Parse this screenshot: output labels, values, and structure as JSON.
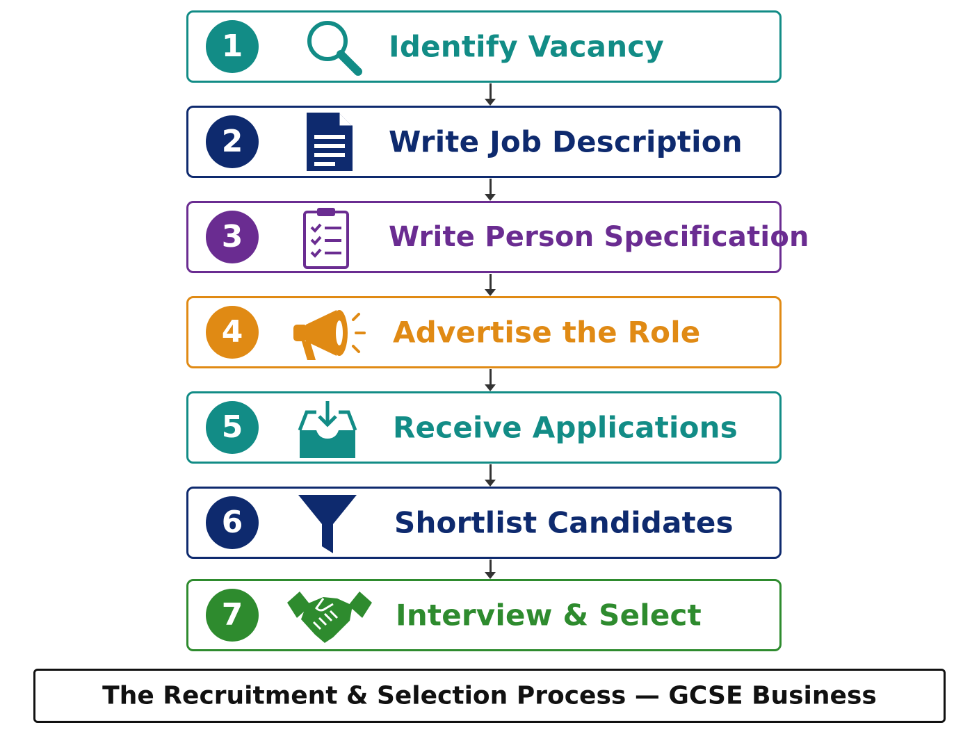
{
  "steps": [
    {
      "number": "1",
      "label": "Identify Vacancy",
      "icon": "magnifying-glass-icon",
      "color": "#128C86"
    },
    {
      "number": "2",
      "label": "Write Job Description",
      "icon": "document-icon",
      "color": "#0E2A6E"
    },
    {
      "number": "3",
      "label": "Write Person Specification",
      "icon": "clipboard-checklist-icon",
      "color": "#6A2C91"
    },
    {
      "number": "4",
      "label": "Advertise the Role",
      "icon": "megaphone-icon",
      "color": "#E08A14"
    },
    {
      "number": "5",
      "label": "Receive Applications",
      "icon": "inbox-tray-icon",
      "color": "#128C86"
    },
    {
      "number": "6",
      "label": "Shortlist Candidates",
      "icon": "funnel-icon",
      "color": "#0E2A6E"
    },
    {
      "number": "7",
      "label": "Interview & Select",
      "icon": "handshake-icon",
      "color": "#2E8B2E"
    }
  ],
  "footer": {
    "caption": "The Recruitment & Selection Process — GCSE Business"
  }
}
